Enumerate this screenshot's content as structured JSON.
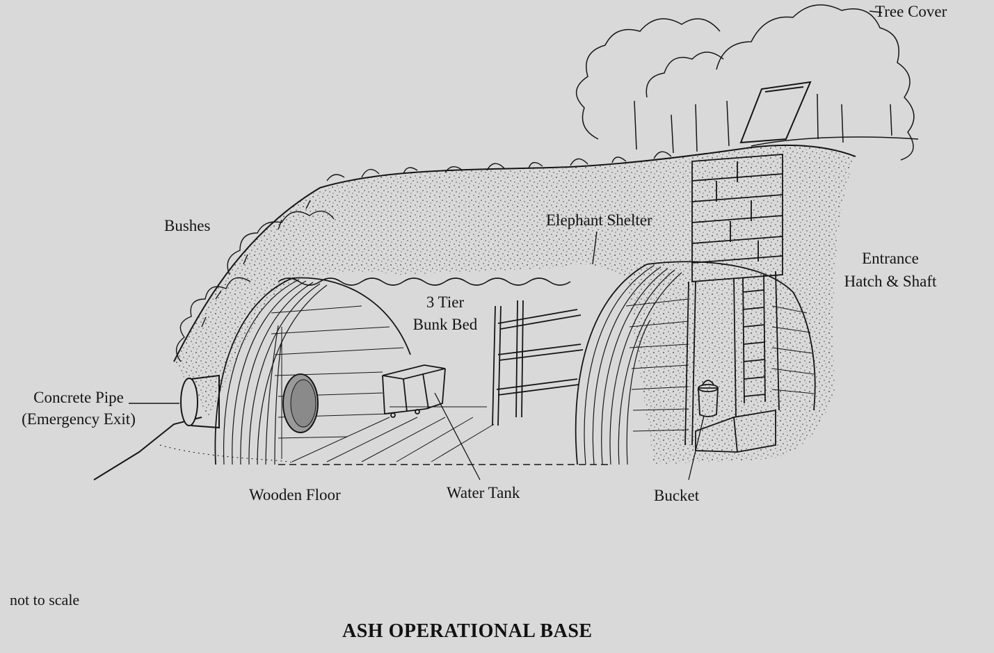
{
  "labels": {
    "tree_cover": "Tree Cover",
    "bushes": "Bushes",
    "elephant_shelter": "Elephant Shelter",
    "entrance_line1": "Entrance",
    "entrance_line2": "Hatch & Shaft",
    "bunk_line1": "3 Tier",
    "bunk_line2": "Bunk Bed",
    "pipe_line1": "Concrete Pipe",
    "pipe_line2": "(Emergency Exit)",
    "wooden_floor": "Wooden Floor",
    "water_tank": "Water Tank",
    "bucket": "Bucket"
  },
  "note": "not to scale",
  "title": "ASH OPERATIONAL BASE",
  "colors": {
    "background": "#d9d9d9",
    "ink": "#151515",
    "earth_fill": "#cfcfcf"
  }
}
